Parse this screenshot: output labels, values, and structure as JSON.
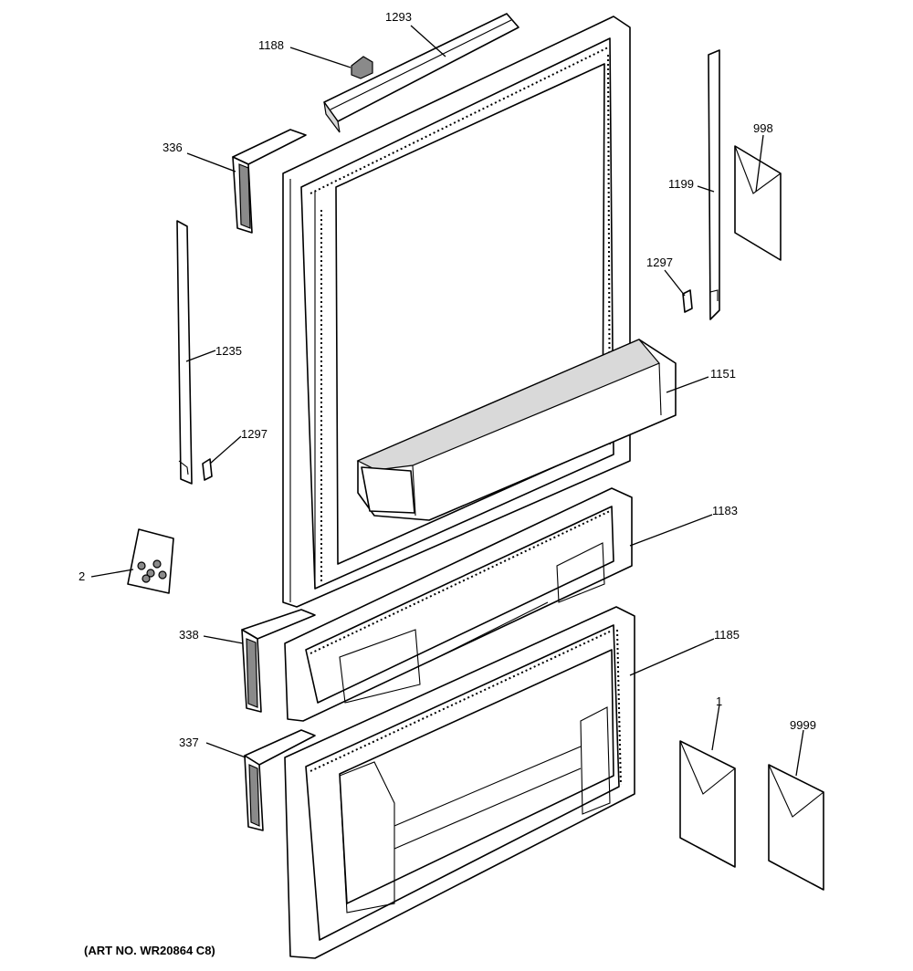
{
  "diagram": {
    "art_number": "(ART NO. WR20864 C8)",
    "callouts": {
      "c1293": "1293",
      "c1188": "1188",
      "c336": "336",
      "c1235": "1235",
      "c1297_left": "1297",
      "c2": "2",
      "c338": "338",
      "c337": "337",
      "c998": "998",
      "c1199": "1199",
      "c1297_right": "1297",
      "c1151": "1151",
      "c1183": "1183",
      "c1185": "1185",
      "c1": "1",
      "c9999": "9999"
    }
  }
}
